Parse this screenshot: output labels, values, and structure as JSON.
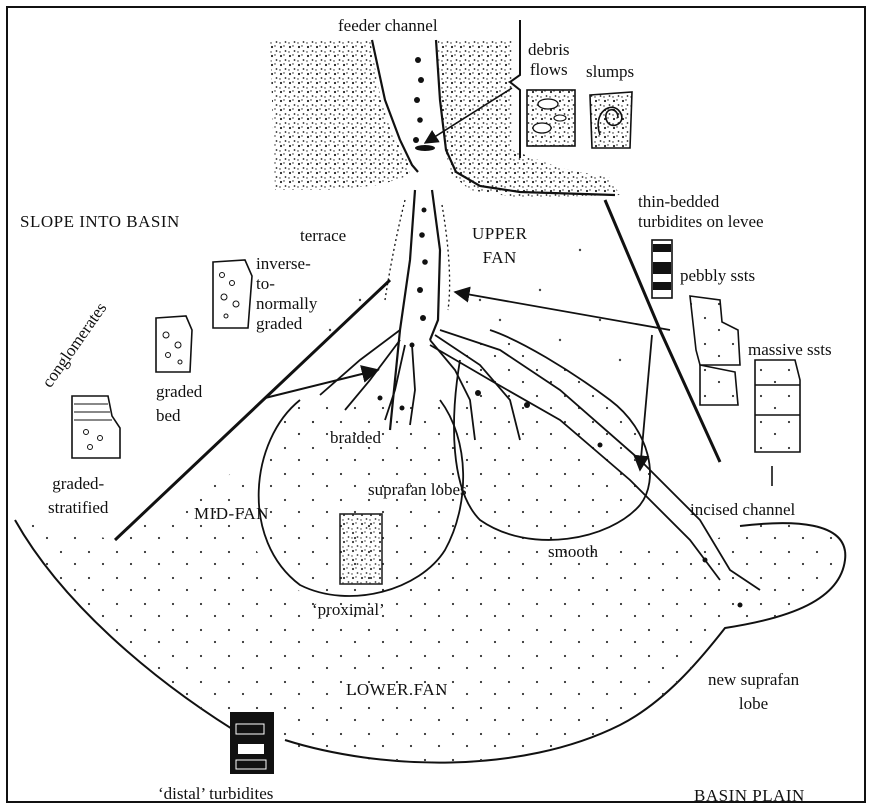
{
  "labels": {
    "feeder_channel": "feeder channel",
    "debris_flows": "debris\nflows",
    "slumps": "slumps",
    "slope_into_basin": "SLOPE INTO BASIN",
    "terrace": "terrace",
    "upper_fan": "UPPER\nFAN",
    "thin_bedded": "thin-bedded\nturbidites on levee",
    "pebbly_ssts": "pebbly ssts",
    "massive_ssts": "massive ssts",
    "conglomerates": "conglomerates",
    "inverse_graded": "inverse-\nto-\nnormally\ngraded",
    "graded_bed": "graded\nbed",
    "graded_stratified": "graded-\nstratified",
    "braided": "braided",
    "suprafan_lobes": "suprafan lobes",
    "mid_fan": "MID-FAN",
    "incised_channel": "incised channel",
    "smooth": "smooth",
    "proximal": "‘proximal’",
    "lower_fan": "LOWER FAN",
    "new_suprafan_lobe": "new suprafan\nlobe",
    "distal_turbidites": "‘distal’ turbidites",
    "basin_plain": "BASIN PLAIN"
  }
}
